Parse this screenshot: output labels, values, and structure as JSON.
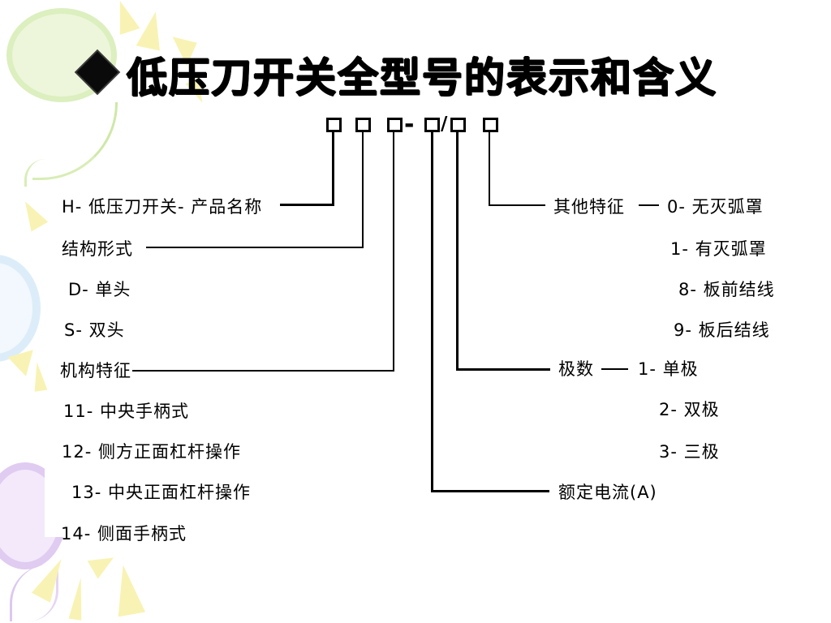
{
  "slide": {
    "title": "低压刀开关全型号的表示和含义",
    "bullet_icon": "black-diamond"
  },
  "model_code": {
    "box_count": 6,
    "dash": "-",
    "slash": "/"
  },
  "left_annotations": [
    "H- 低压刀开关- 产品名称",
    "结构形式",
    "D- 单头",
    "S- 双头",
    "机构特征",
    "11- 中央手柄式",
    "12- 侧方正面杠杆操作",
    "13- 中央正面杠杆操作",
    "14- 侧面手柄式"
  ],
  "right_annotations": [
    {
      "label": "其他特征",
      "value": "0- 无灭弧罩"
    },
    {
      "value": "1- 有灭弧罩"
    },
    {
      "value": "8- 板前结线"
    },
    {
      "value": "9- 板后结线"
    },
    {
      "label": "极数",
      "value": "1- 单极"
    },
    {
      "value": "2- 双极"
    },
    {
      "value": "3- 三极"
    },
    {
      "label": "额定电流(A)"
    }
  ],
  "colors": {
    "background": "#ffffff",
    "text": "#000000",
    "balloon_green": "#edf6da",
    "balloon_green_outline": "#dcefbf",
    "balloon_blue": "#f2f8fd",
    "balloon_blue_outline": "#dcedf9",
    "balloon_purple": "#f3e9fa",
    "balloon_purple_outline": "#e0cbf1",
    "sparkle_yellow": "#f8f3b4"
  }
}
